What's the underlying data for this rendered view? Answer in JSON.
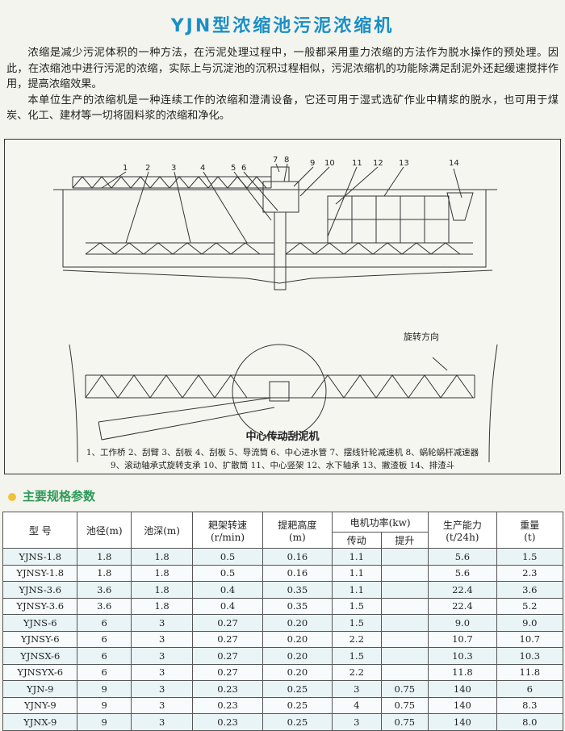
{
  "title": "YJN型浓缩池污泥浓缩机",
  "intro": [
    "浓缩是减少污泥体积的一种方法，在污泥处理过程中，一般都采用重力浓缩的方法作为脱水操作的预处理。因此，在浓缩池中进行污泥的浓缩，实际上与沉淀池的沉积过程相似，污泥浓缩机的功能除满足刮泥外还起缓速搅拌作用，提高浓缩效果。",
    "本单位生产的浓缩机是一种连续工作的浓缩和澄清设备，它还可用于湿式选矿作业中精浆的脱水，也可用于煤炭、化工、建材等一切将固料浆的浓缩和净化。"
  ],
  "figure": {
    "callouts": [
      "1",
      "2",
      "3",
      "4",
      "5",
      "6",
      "7",
      "8",
      "9",
      "10",
      "11",
      "12",
      "13",
      "14"
    ],
    "rotation_label": "旋转方向",
    "title": "中心传动刮泥机",
    "legend_line1": "1、工作桥 2、刮臂 3、刮板 4、刮板 5、导流筒 6、中心进水管 7、摆线针轮减速机 8、蜗轮蜗杆减速器",
    "legend_line2": "9、滚动轴承式旋转支承 10、扩散筒 11、中心竖架 12、水下轴承 13、撇渣板 14、排渣斗"
  },
  "spec_title": "主要规格参数",
  "table": {
    "headers": {
      "model": "型 号",
      "diameter": "池径(m)",
      "depth": "池深(m)",
      "speed": "耙架转速",
      "speed_unit": "(r/min)",
      "lift": "提耙高度",
      "lift_unit": "(m)",
      "power": "电机功率(kw)",
      "drive": "传动",
      "raise": "提升",
      "capacity": "生产能力",
      "capacity_unit": "(t/24h)",
      "weight": "重量",
      "weight_unit": "(t)"
    },
    "rows": [
      [
        "YJNS-1.8",
        "1.8",
        "1.8",
        "0.5",
        "0.16",
        "1.1",
        "",
        "5.6",
        "1.5"
      ],
      [
        "YJNSY-1.8",
        "1.8",
        "1.8",
        "0.5",
        "0.16",
        "1.1",
        "",
        "5.6",
        "2.3"
      ],
      [
        "YJNS-3.6",
        "3.6",
        "1.8",
        "0.4",
        "0.35",
        "1.1",
        "",
        "22.4",
        "3.6"
      ],
      [
        "YJNSY-3.6",
        "3.6",
        "1.8",
        "0.4",
        "0.35",
        "1.5",
        "",
        "22.4",
        "5.2"
      ],
      [
        "YJNS-6",
        "6",
        "3",
        "0.27",
        "0.20",
        "1.5",
        "",
        "9.0",
        "9.0"
      ],
      [
        "YJNSY-6",
        "6",
        "3",
        "0.27",
        "0.20",
        "2.2",
        "",
        "10.7",
        "10.7"
      ],
      [
        "YJNSX-6",
        "6",
        "3",
        "0.27",
        "0.20",
        "1.5",
        "",
        "10.3",
        "10.3"
      ],
      [
        "YJNSYX-6",
        "6",
        "3",
        "0.27",
        "0.20",
        "2.2",
        "",
        "11.8",
        "11.8"
      ],
      [
        "YJN-9",
        "9",
        "3",
        "0.23",
        "0.25",
        "3",
        "0.75",
        "140",
        "6"
      ],
      [
        "YJNY-9",
        "9",
        "3",
        "0.23",
        "0.25",
        "4",
        "0.75",
        "140",
        "8.3"
      ],
      [
        "YJNX-9",
        "9",
        "3",
        "0.23",
        "0.25",
        "3",
        "0.75",
        "140",
        "8.0"
      ]
    ]
  }
}
